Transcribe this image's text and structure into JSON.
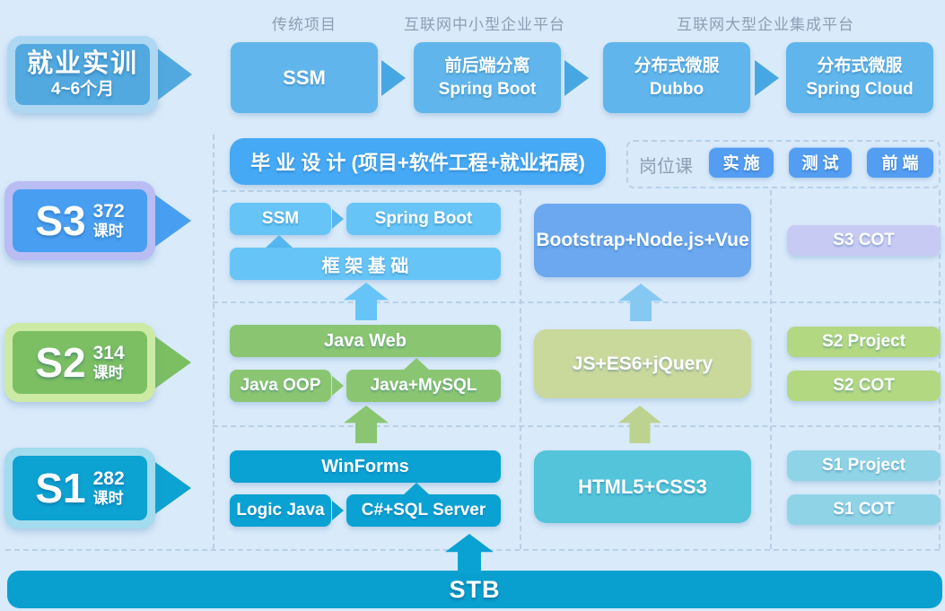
{
  "palette": {
    "bg": "#d9eafa",
    "label_text": "#8b9fb5",
    "sky": "#60b6ec",
    "sky_arrow": "#47a7e2",
    "job_badge_inner": "#51a9e0",
    "job_badge_border": "#aed7f2",
    "grad_blue": "#45a9f5",
    "btn_blue": "#539df2",
    "dash": "#b7d0e8",
    "s3_inner": "#489ff2",
    "s3_border": "#b9bdf3",
    "s3_box": "#67c4f7",
    "s3_small_arrow": "#55b7ef",
    "s3_block_arrow_b": "#85c9f3",
    "s3_web": "#6ca8ef",
    "s3_cot": "#c7cbf4",
    "s2_inner": "#7bbf62",
    "s2_border": "#cdeaa4",
    "s2_box": "#8ac672",
    "s2_web": "#c9d89b",
    "s2_side": "#b2d982",
    "s2_block_arrow_b": "#bcd28f",
    "s1_inner": "#0ca2d2",
    "s1_border": "#a2dcee",
    "s1_box": "#0aa2d3",
    "s1_web": "#53c4da",
    "s1_side": "#8fd4e6",
    "stb": "#09a0d0"
  },
  "top_flow": {
    "stage_badge": {
      "title": "就业实训",
      "subtitle": "4~6个月"
    },
    "labels": [
      "传统项目",
      "互联网中小型企业平台",
      "互联网大型企业集成平台"
    ],
    "boxes": [
      {
        "line1": "SSM",
        "line2": ""
      },
      {
        "line1": "前后端分离",
        "line2": "Spring Boot"
      },
      {
        "line1": "分布式微服",
        "line2": "Dubbo"
      },
      {
        "line1": "分布式微服",
        "line2": "Spring Cloud"
      }
    ]
  },
  "graduation": {
    "label": "毕 业 设 计 (项目+软件工程+就业拓展)"
  },
  "job_courses": {
    "label": "岗位课",
    "buttons": [
      "实 施",
      "测 试",
      "前 端"
    ]
  },
  "s3": {
    "name": "S3",
    "hours": "372",
    "unit": "课时",
    "ssm": "SSM",
    "spring_boot": "Spring Boot",
    "framework": "框 架 基 础",
    "frontend": "Bootstrap+Node.js+Vue",
    "cot": "S3 COT"
  },
  "s2": {
    "name": "S2",
    "hours": "314",
    "unit": "课时",
    "java_web": "Java Web",
    "java_oop": "Java OOP",
    "java_mysql": "Java+MySQL",
    "frontend": "JS+ES6+jQuery",
    "project": "S2 Project",
    "cot": "S2 COT"
  },
  "s1": {
    "name": "S1",
    "hours": "282",
    "unit": "课时",
    "winforms": "WinForms",
    "logic_java": "Logic Java",
    "csharp_sql": "C#+SQL Server",
    "frontend": "HTML5+CSS3",
    "project": "S1 Project",
    "cot": "S1 COT"
  },
  "foundation": {
    "label": "STB"
  }
}
